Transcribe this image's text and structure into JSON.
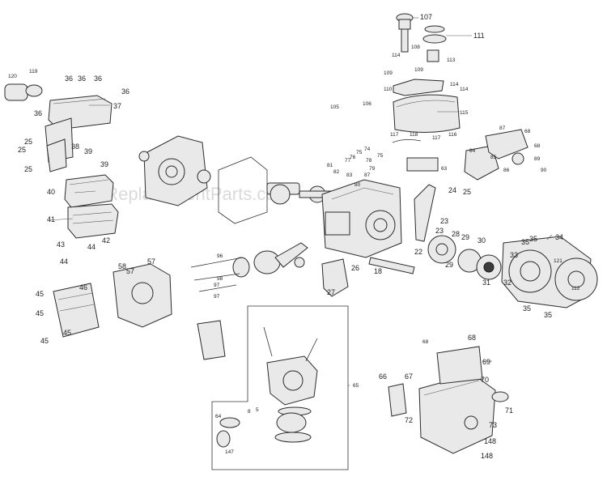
{
  "watermark": "eReplacementParts.com",
  "callouts": {
    "c107": "107",
    "c111": "111",
    "c108": "108",
    "c114a": "114",
    "c113": "113",
    "c109a": "109",
    "c109b": "109",
    "c110": "110",
    "c114b": "114",
    "c114c": "114",
    "c105": "105",
    "c106": "106",
    "c115": "115",
    "c117a": "117",
    "c117b": "117",
    "c118": "118",
    "c116": "116",
    "c63": "63",
    "c120": "120",
    "c119": "119",
    "c36a": "36",
    "c36b": "36",
    "c36c": "36",
    "c36d": "36",
    "c36e": "36",
    "c37": "37",
    "c25a": "25",
    "c25b": "25",
    "c25c": "25",
    "c38": "38",
    "c39a": "39",
    "c39b": "39",
    "c40": "40",
    "c41": "41",
    "c42": "42",
    "c43": "43",
    "c44a": "44",
    "c44b": "44",
    "c87": "87",
    "c68a": "68",
    "c68b": "68",
    "c84": "84",
    "c85": "85",
    "c86": "86",
    "c89": "89",
    "c90": "90",
    "c74": "74",
    "c75a": "75",
    "c75b": "75",
    "c76": "76",
    "c77": "77",
    "c78": "78",
    "c79": "79",
    "c80": "80",
    "c81": "81",
    "c82": "82",
    "c83": "83",
    "c24": "24",
    "c25d": "25",
    "c23a": "23",
    "c23b": "23",
    "c22": "22",
    "c28": "28",
    "c29a": "29",
    "c29b": "29",
    "c30": "30",
    "c31": "31",
    "c32": "32",
    "c33": "33",
    "c34": "34",
    "c35a": "35",
    "c35b": "35",
    "c35c": "35",
    "c35d": "35",
    "c121": "121",
    "c112": "112",
    "c18": "18",
    "c26": "26",
    "c27": "27",
    "c58": "58",
    "c57a": "57",
    "c57b": "57",
    "c96": "96",
    "c98": "98",
    "c97a": "97",
    "c97b": "97",
    "c45a": "45",
    "c45b": "45",
    "c45c": "45",
    "c45d": "45",
    "c46": "46",
    "c65": "65",
    "c64": "64",
    "c147": "147",
    "c8": "8",
    "c5": "5",
    "c66": "66",
    "c67": "67",
    "c68c": "68",
    "c68d": "68",
    "c69": "69",
    "c70": "70",
    "c71": "71",
    "c72": "72",
    "c73": "73",
    "c148a": "148",
    "c148b": "148"
  }
}
